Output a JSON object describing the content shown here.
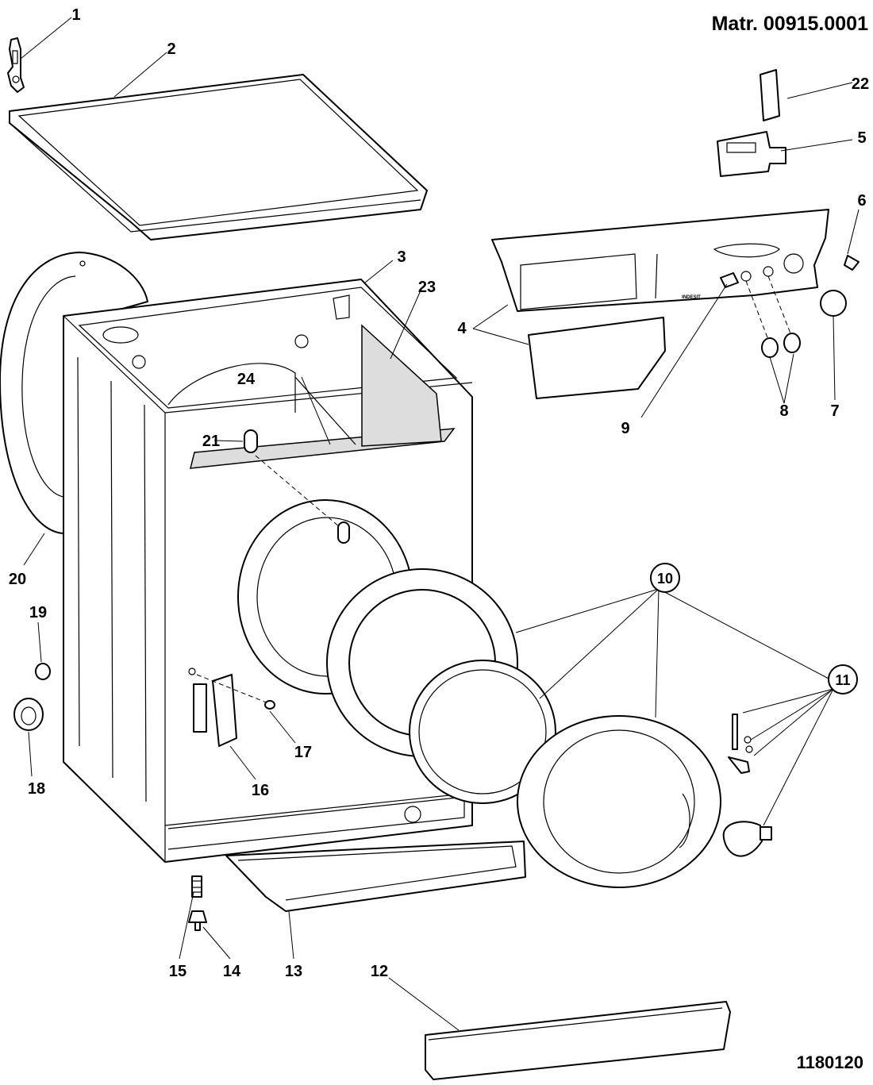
{
  "header": {
    "matr_label": "Matr. 00915.0001"
  },
  "footer": {
    "drawing_code": "1180120"
  },
  "callouts": [
    {
      "id": "1",
      "label": "1"
    },
    {
      "id": "2",
      "label": "2"
    },
    {
      "id": "3",
      "label": "3"
    },
    {
      "id": "4",
      "label": "4"
    },
    {
      "id": "5",
      "label": "5"
    },
    {
      "id": "6",
      "label": "6"
    },
    {
      "id": "7",
      "label": "7"
    },
    {
      "id": "8",
      "label": "8"
    },
    {
      "id": "9",
      "label": "9"
    },
    {
      "id": "10",
      "label": "10"
    },
    {
      "id": "11",
      "label": "11"
    },
    {
      "id": "12",
      "label": "12"
    },
    {
      "id": "13",
      "label": "13"
    },
    {
      "id": "14",
      "label": "14"
    },
    {
      "id": "15",
      "label": "15"
    },
    {
      "id": "16",
      "label": "16"
    },
    {
      "id": "17",
      "label": "17"
    },
    {
      "id": "18",
      "label": "18"
    },
    {
      "id": "19",
      "label": "19"
    },
    {
      "id": "20",
      "label": "20"
    },
    {
      "id": "21",
      "label": "21"
    },
    {
      "id": "22",
      "label": "22"
    },
    {
      "id": "23",
      "label": "23"
    },
    {
      "id": "24",
      "label": "24"
    }
  ],
  "brand_mark": "INDESIT",
  "colors": {
    "line": "#000000",
    "background": "#ffffff",
    "shade": "#dddddd"
  }
}
